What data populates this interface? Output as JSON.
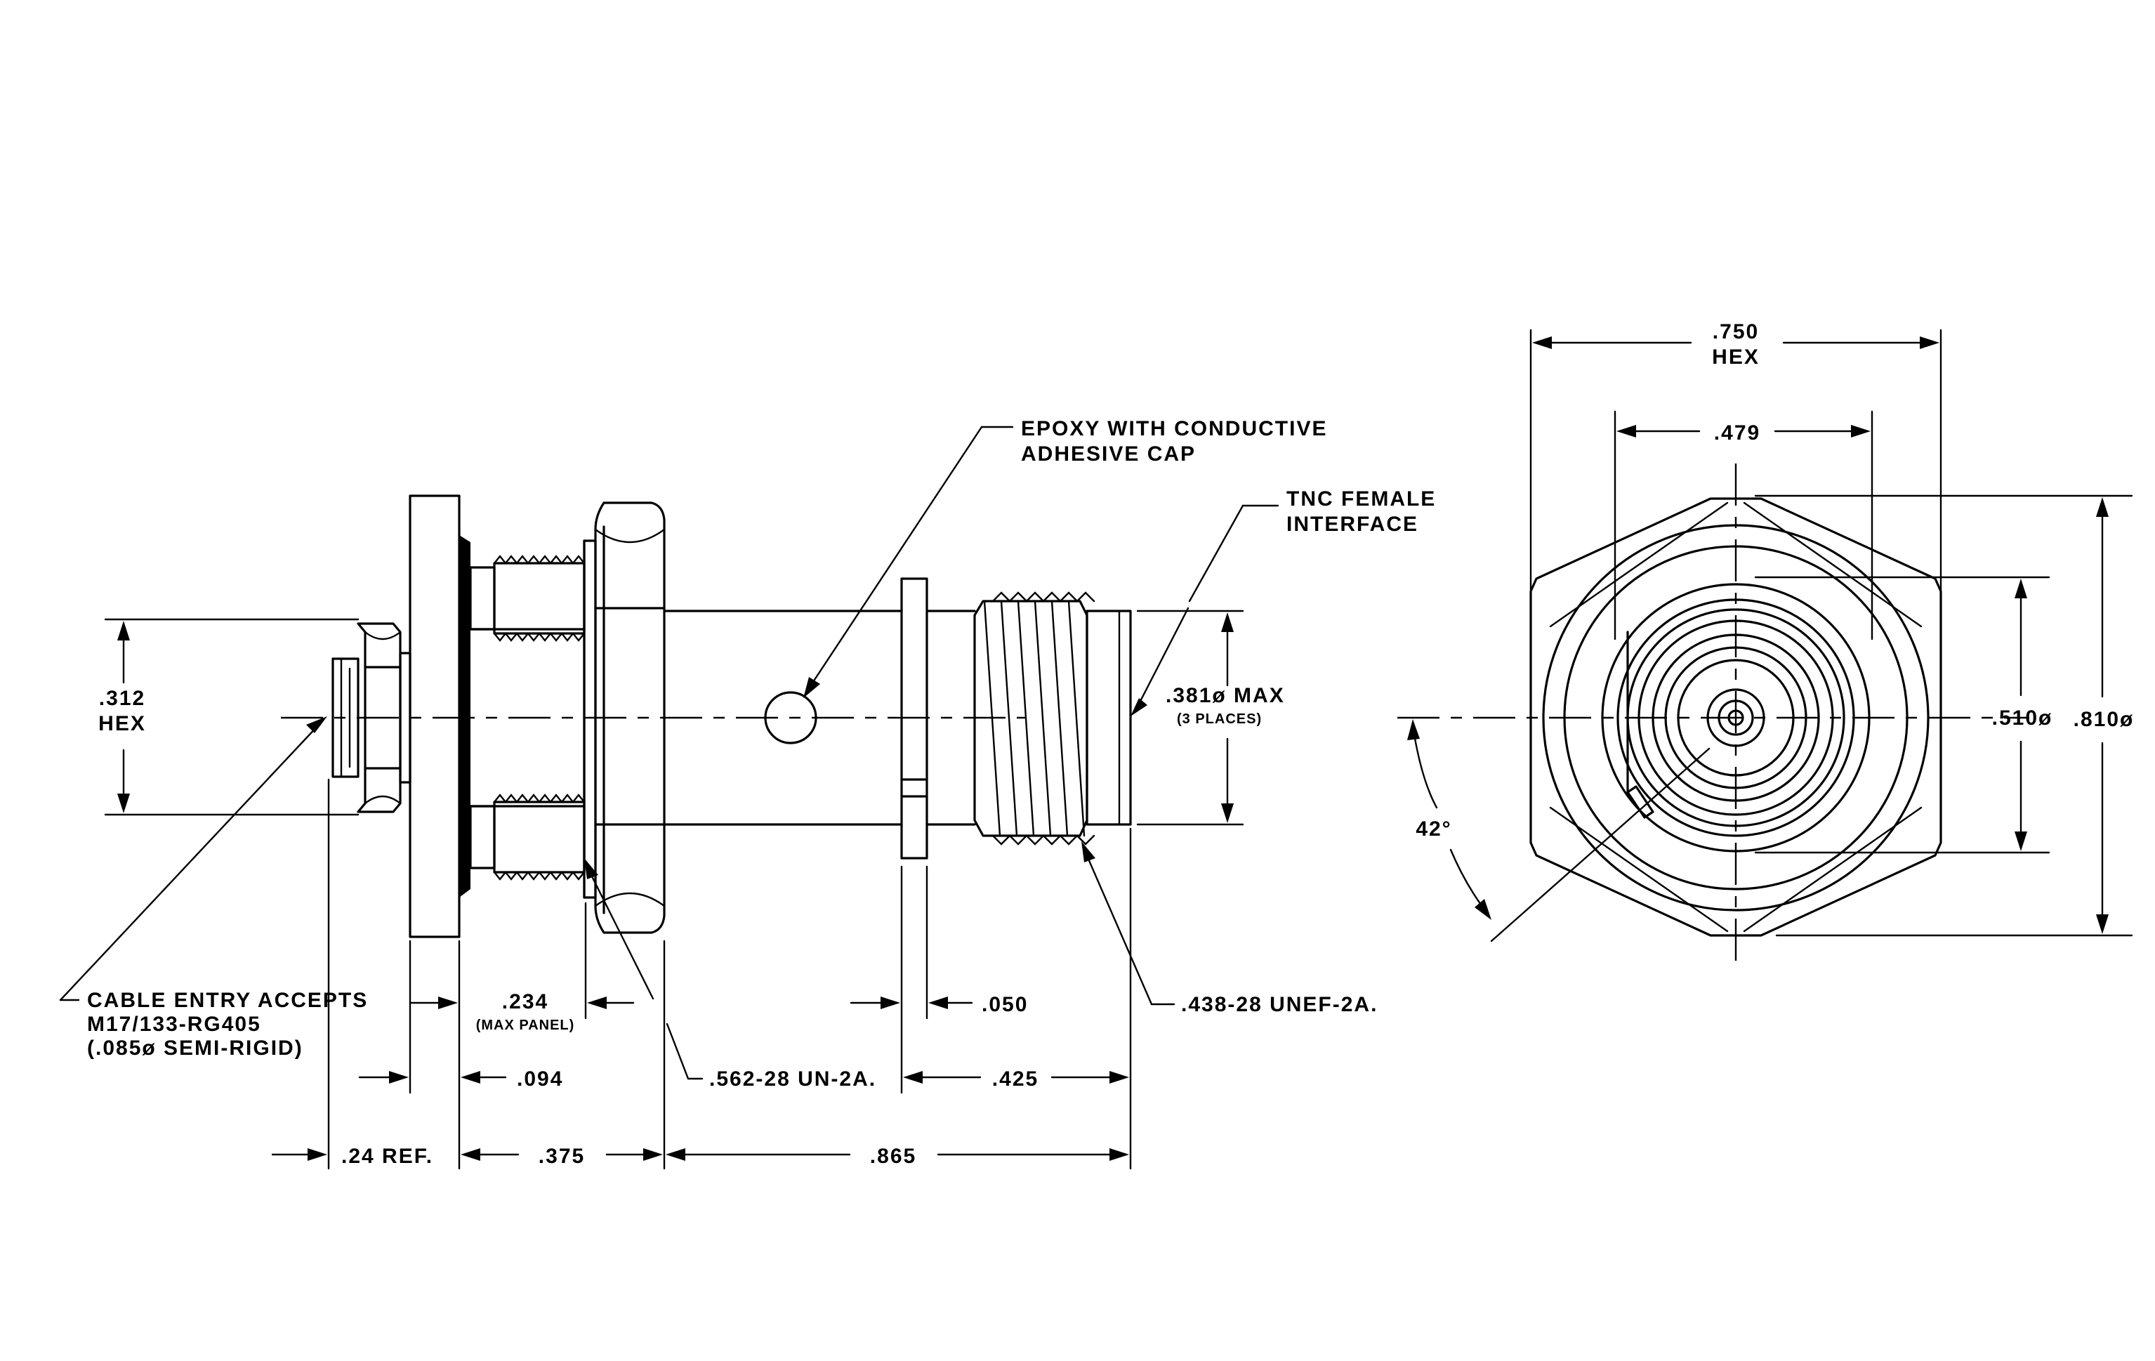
{
  "side_view": {
    "hex_312": {
      "value": ".312",
      "unit": "HEX"
    },
    "dim_381": {
      "value": ".381ø MAX",
      "note": "(3 PLACES)"
    },
    "epoxy_note": {
      "line1": "EPOXY WITH CONDUCTIVE",
      "line2": "ADHESIVE CAP"
    },
    "tnc_note": {
      "line1": "TNC FEMALE",
      "line2": "INTERFACE"
    },
    "cable_note": {
      "line1": "CABLE ENTRY ACCEPTS",
      "line2": "M17/133-RG405",
      "line3": "(.085ø SEMI-RIGID)"
    },
    "dim_234": {
      "value": ".234",
      "note": "(MAX PANEL)"
    },
    "dim_050": ".050",
    "thread_438": ".438-28 UNEF-2A.",
    "dim_094": ".094",
    "thread_562": ".562-28 UN-2A.",
    "dim_425": ".425",
    "dim_24": ".24 REF.",
    "dim_375": ".375",
    "dim_865": ".865"
  },
  "end_view": {
    "hex_750": {
      "value": ".750",
      "unit": "HEX"
    },
    "dim_479": ".479",
    "dim_510": ".510ø",
    "dim_810": ".810ø",
    "angle": "42°"
  }
}
